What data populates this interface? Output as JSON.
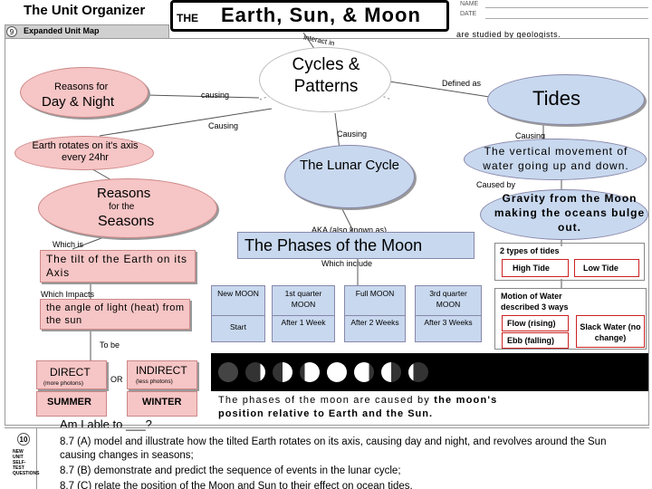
{
  "header": {
    "organizer_title": "The Unit Organizer",
    "the": "THE",
    "unit_title": "Earth, Sun, & Moon",
    "name_label": "NAME",
    "date_label": "DATE",
    "geologists_note": "are studied by geologists.",
    "map_number": "9",
    "map_label": "Expanded Unit Map",
    "interact_label": "interact in"
  },
  "nodes": {
    "cycles": "Cycles & Patterns",
    "reasons_for": "Reasons for",
    "day_night": "Day & Night",
    "causing_1": "causing",
    "defined_as": "Defined as",
    "tides": "Tides",
    "causing_2": "Causing",
    "causing_3": "Causing",
    "causing_4": "Causing",
    "earth_rotates": "Earth rotates on it's axis every 24hr",
    "lunar_cycle": "The Lunar Cycle",
    "vertical_movement": "The vertical movement of water going up and down.",
    "caused_by": "Caused by",
    "gravity": "Gravity from the Moon making the oceans bulge out.",
    "reasons": "Reasons",
    "for_the": "for the",
    "seasons": "Seasons",
    "aka": "AKA (also known as)",
    "phases": "The Phases of the Moon",
    "which_include": "Which include",
    "which_is": "Which is",
    "tilt": "The tilt of the Earth on its Axis",
    "which_impacts": "Which Impacts",
    "angle": "the angle of light (heat) from the sun",
    "to_be": "To be",
    "direct": "DIRECT",
    "more_photons": "(more photons)",
    "or": "OR",
    "indirect": "INDIRECT",
    "less_photons": "(less photons)",
    "summer": "SUMMER",
    "winter": "WINTER",
    "types_of_tides": "2 types of tides",
    "high_tide": "High Tide",
    "low_tide": "Low Tide",
    "motion_of_water": "Motion of Water described 3 ways",
    "flow": "Flow (rising)",
    "ebb": "Ebb (falling)",
    "slack": "Slack Water (no change)",
    "phases_caption_a": "The phases of the moon are caused by",
    "phases_caption_b": "the moon's",
    "phases_caption_c": "position relative to Earth and the Sun.",
    "am_i_able": "Am I able to ___?"
  },
  "moon_phases": {
    "new": "New MOON",
    "first_quarter": "1st quarter MOON",
    "full": "Full MOON",
    "third_quarter": "3rd quarter MOON",
    "start": "Start",
    "after_1": "After 1 Week",
    "after_2": "After 2 Weeks",
    "after_3": "After 3 Weeks"
  },
  "footer": {
    "number": "10",
    "side_label": "NEW UNIT SELF-TEST QUESTIONS",
    "standards": [
      "8.7 (A) model and illustrate how the tilted Earth rotates on its axis, causing day and night, and revolves around the Sun",
      "causing changes in seasons;",
      "8.7 (B) demonstrate and predict the sequence of events in the lunar cycle;",
      "8.7 (C) relate the position of the Moon and Sun to their effect on ocean tides."
    ]
  },
  "colors": {
    "pink": "#f6c5c5",
    "blue": "#c8d8ee",
    "red_border": "#cc2222"
  }
}
